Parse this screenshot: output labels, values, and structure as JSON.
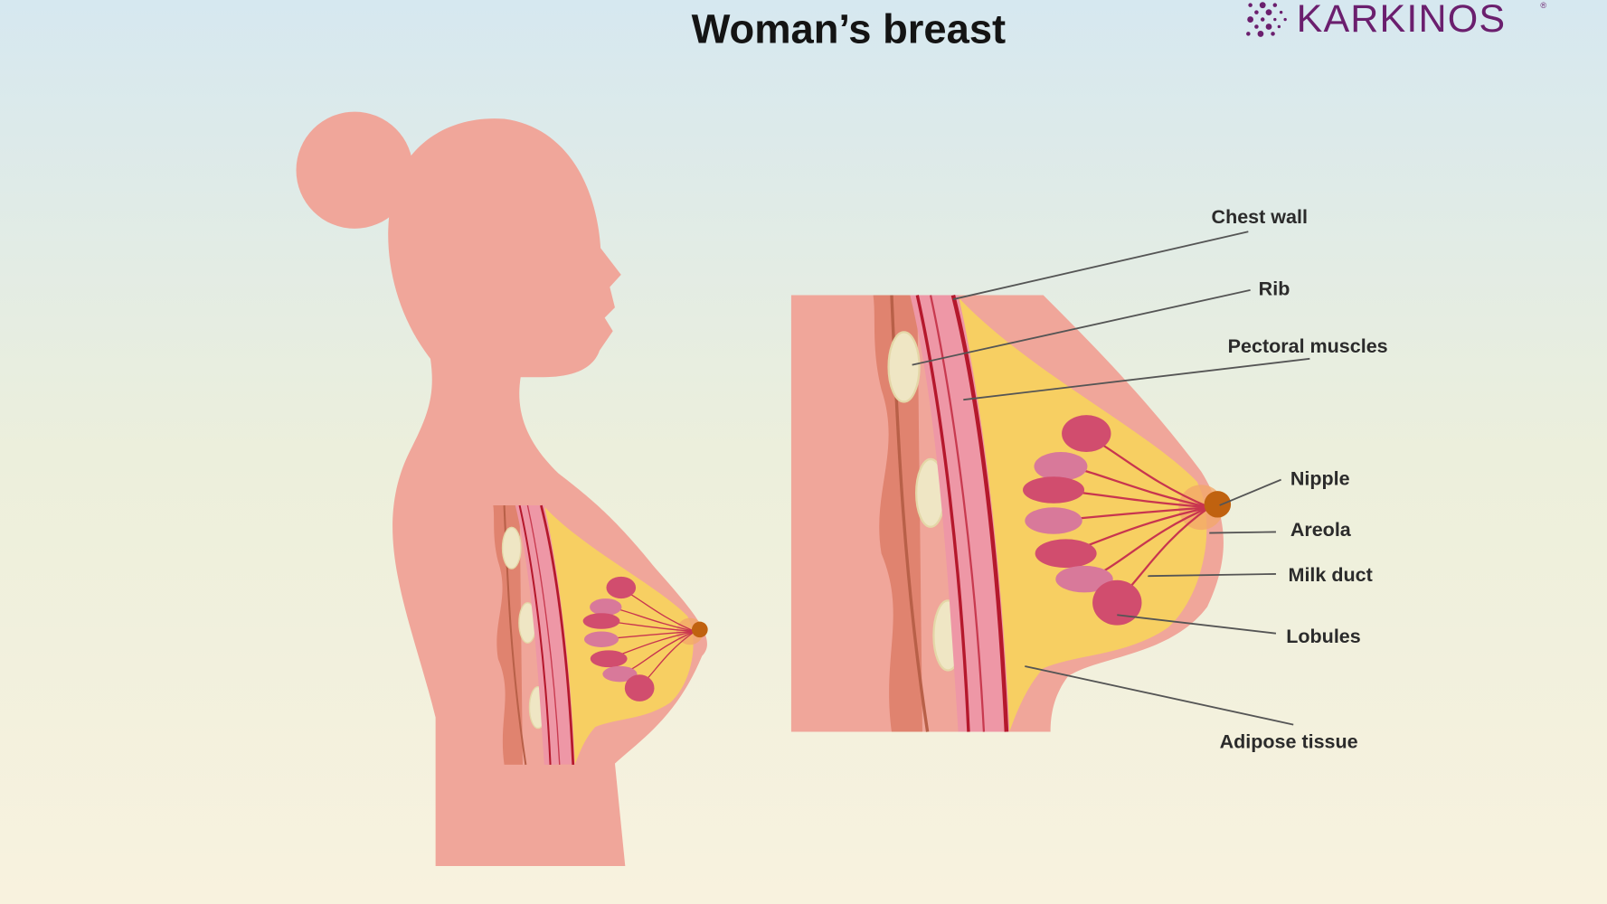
{
  "title": "Woman’s breast",
  "logo": {
    "text": "KARKINOS",
    "mark": "®"
  },
  "labels": {
    "chest_wall": "Chest wall",
    "rib": "Rib",
    "pectoral_muscles": "Pectoral muscles",
    "nipple": "Nipple",
    "areola": "Areola",
    "milk_duct": "Milk duct",
    "lobules": "Lobules",
    "adipose_tissue": "Adipose tissue"
  },
  "colors": {
    "skin": "#f0a69a",
    "fat": "#f7cf62",
    "muscle": "#e98a98",
    "muscle_line": "#b5182c",
    "lobule": "#d14d6e",
    "lobule_light": "#d8799a",
    "nipple": "#c0620f",
    "brand": "#6b1f6e"
  }
}
